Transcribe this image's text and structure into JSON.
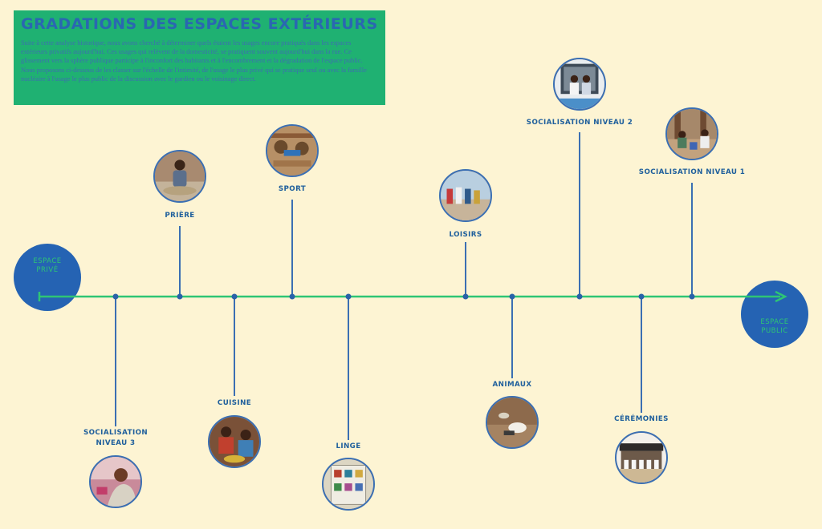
{
  "intro": {
    "title": "GRADATIONS DES ESPACES EXTÉRIEURS",
    "text": "Suite à cette analyse historique, nous avons cherché à déterminer quels étaient les usages encore pratiqués dans les espaces extérieurs privatifs aujourd'hui. Ces usages qui relèvent de la domesticité, se pratiquent souvent aujourd'hui dans la rue. Ce glissement vers la sphère publique participe à l'inconfort des habitants et à l'encombrement et la dégradation de l'espace public. Nous proposons ci-dessous de les classer sur l'échelle de l'intimité, de l'usage le plus privé qui se pratique seul ou avec la famille nucléaire à l'usage le plus public de la discussion avec le gardien ou le voisinage direct."
  },
  "ends": {
    "private_line1": "ESPACE",
    "private_line2": "PRIVÉ",
    "public_line1": "ESPACE",
    "public_line2": "PUBLIC"
  },
  "items": [
    {
      "label1": "SOCIALISATION",
      "label2": "NIVEAU 3",
      "photo": "woman-portrait-photo"
    },
    {
      "label1": "PRIÈRE",
      "photo": "child-praying-photo"
    },
    {
      "label1": "CUISINE",
      "photo": "women-cooking-photo"
    },
    {
      "label1": "SPORT",
      "photo": "gym-equipment-photo"
    },
    {
      "label1": "LINGE",
      "photo": "laundry-shelves-photo"
    },
    {
      "label1": "LOISIRS",
      "photo": "children-street-photo"
    },
    {
      "label1": "ANIMAUX",
      "photo": "goats-yard-photo"
    },
    {
      "label1": "SOCIALISATION NIVEAU 2",
      "photo": "men-doorway-photo"
    },
    {
      "label1": "CÉRÉMONIES",
      "photo": "ceremony-tent-photo"
    },
    {
      "label1": "SOCIALISATION NIVEAU 1",
      "photo": "neighbors-chatting-photo"
    }
  ],
  "colors": {
    "background": "#fdf4d3",
    "axis": "#2ec575",
    "stems": "#3b6fb3",
    "end_circles": "#2563b3",
    "intro_box": "#1fb172"
  }
}
